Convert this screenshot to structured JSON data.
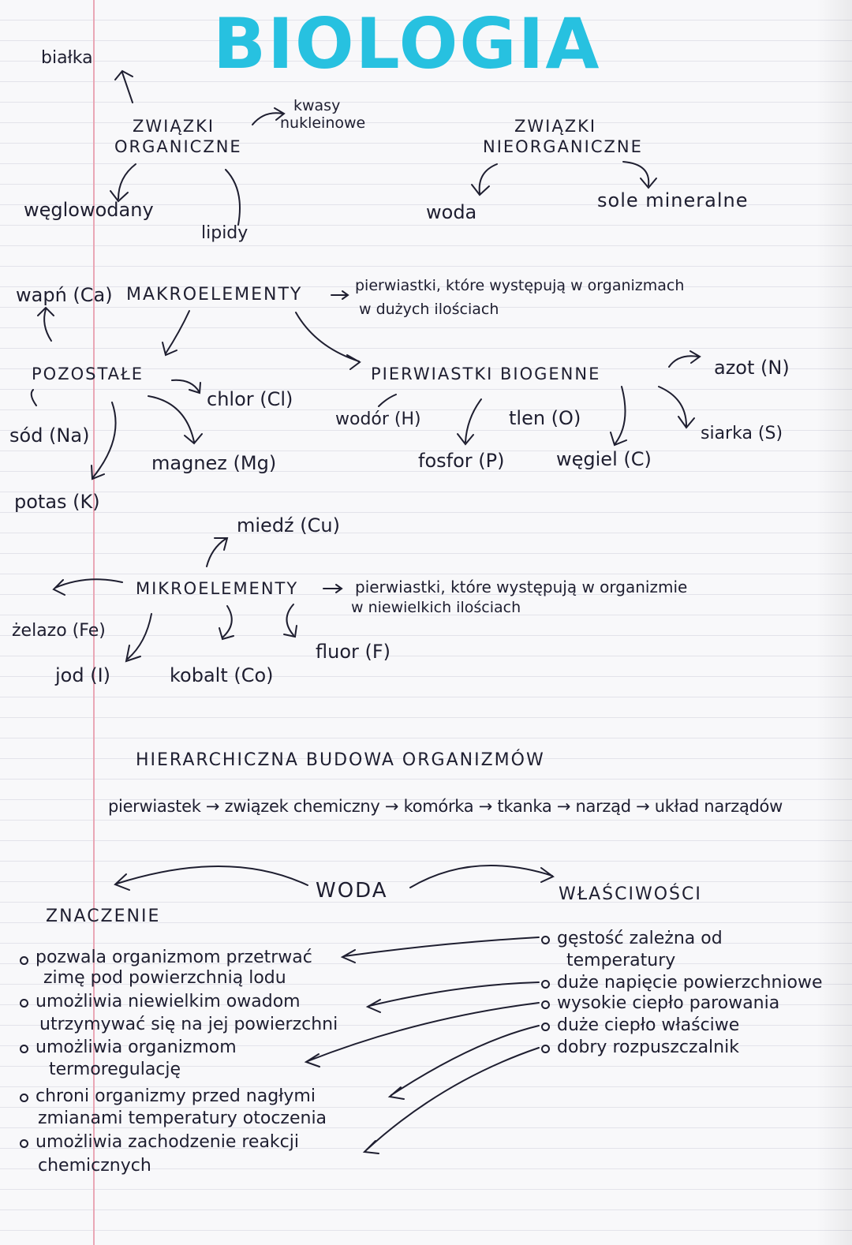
{
  "title": "BIOLOGIA",
  "organic": {
    "heading_line1": "ZWIĄZKI",
    "heading_line2": "ORGANICZNE",
    "bialka": "białka",
    "kwasy_line1": "kwasy",
    "kwasy_line2": "nukleinowe",
    "weglowodany": "węglowodany",
    "lipidy": "lipidy"
  },
  "inorganic": {
    "heading_line1": "ZWIĄZKI",
    "heading_line2": "NIEORGANICZNE",
    "woda": "woda",
    "sole": "sole mineralne"
  },
  "macro": {
    "wapn": "wapń (Ca)",
    "label": "MAKROELEMENTY",
    "definition_line1": "pierwiastki, które występują w organizmach",
    "definition_line2": "w dużych ilościach",
    "pozostale": "POZOSTAŁE",
    "chlor": "chlor (Cl)",
    "sod": "sód (Na)",
    "magnez": "magnez (Mg)",
    "potas": "potas (K)",
    "biogenne": "PIERWIASTKI BIOGENNE",
    "azot": "azot (N)",
    "wodor": "wodór (H)",
    "tlen": "tlen (O)",
    "siarka": "siarka (S)",
    "fosfor": "fosfor (P)",
    "wegiel": "węgiel (C)"
  },
  "micro": {
    "miedz": "miedź (Cu)",
    "label": "MIKROELEMENTY",
    "definition_line1": "pierwiastki, które występują w organizmie",
    "definition_line2": "w niewielkich ilościach",
    "zelazo": "żelazo (Fe)",
    "jod": "jod (I)",
    "kobalt": "kobalt (Co)",
    "fluor": "fluor (F)"
  },
  "hierarchy": {
    "heading": "HIERARCHICZNA BUDOWA ORGANIZMÓW",
    "chain": "pierwiastek → związek chemiczny → komórka → tkanka → narząd → układ narządów"
  },
  "water": {
    "center": "WODA",
    "left_heading": "ZNACZENIE",
    "right_heading": "WŁAŚCIWOŚCI",
    "znaczenie": [
      [
        "pozwala organizmom przetrwać",
        "zimę pod powierzchnią lodu"
      ],
      [
        "umożliwia niewielkim owadom",
        "utrzymywać się na jej powierzchni"
      ],
      [
        "umożliwia organizmom",
        "termoregulację"
      ],
      [
        "chroni organizmy przed nagłymi",
        "zmianami temperatury otoczenia"
      ],
      [
        "umożliwia zachodzenie reakcji",
        "chemicznych"
      ]
    ],
    "wlasciwosci": [
      [
        "gęstość zależna od",
        "temperatury"
      ],
      [
        "duże napięcie powierzchniowe"
      ],
      [
        "wysokie ciepło parowania"
      ],
      [
        "duże ciepło właściwe"
      ],
      [
        "dobry rozpuszczalnik"
      ]
    ]
  }
}
